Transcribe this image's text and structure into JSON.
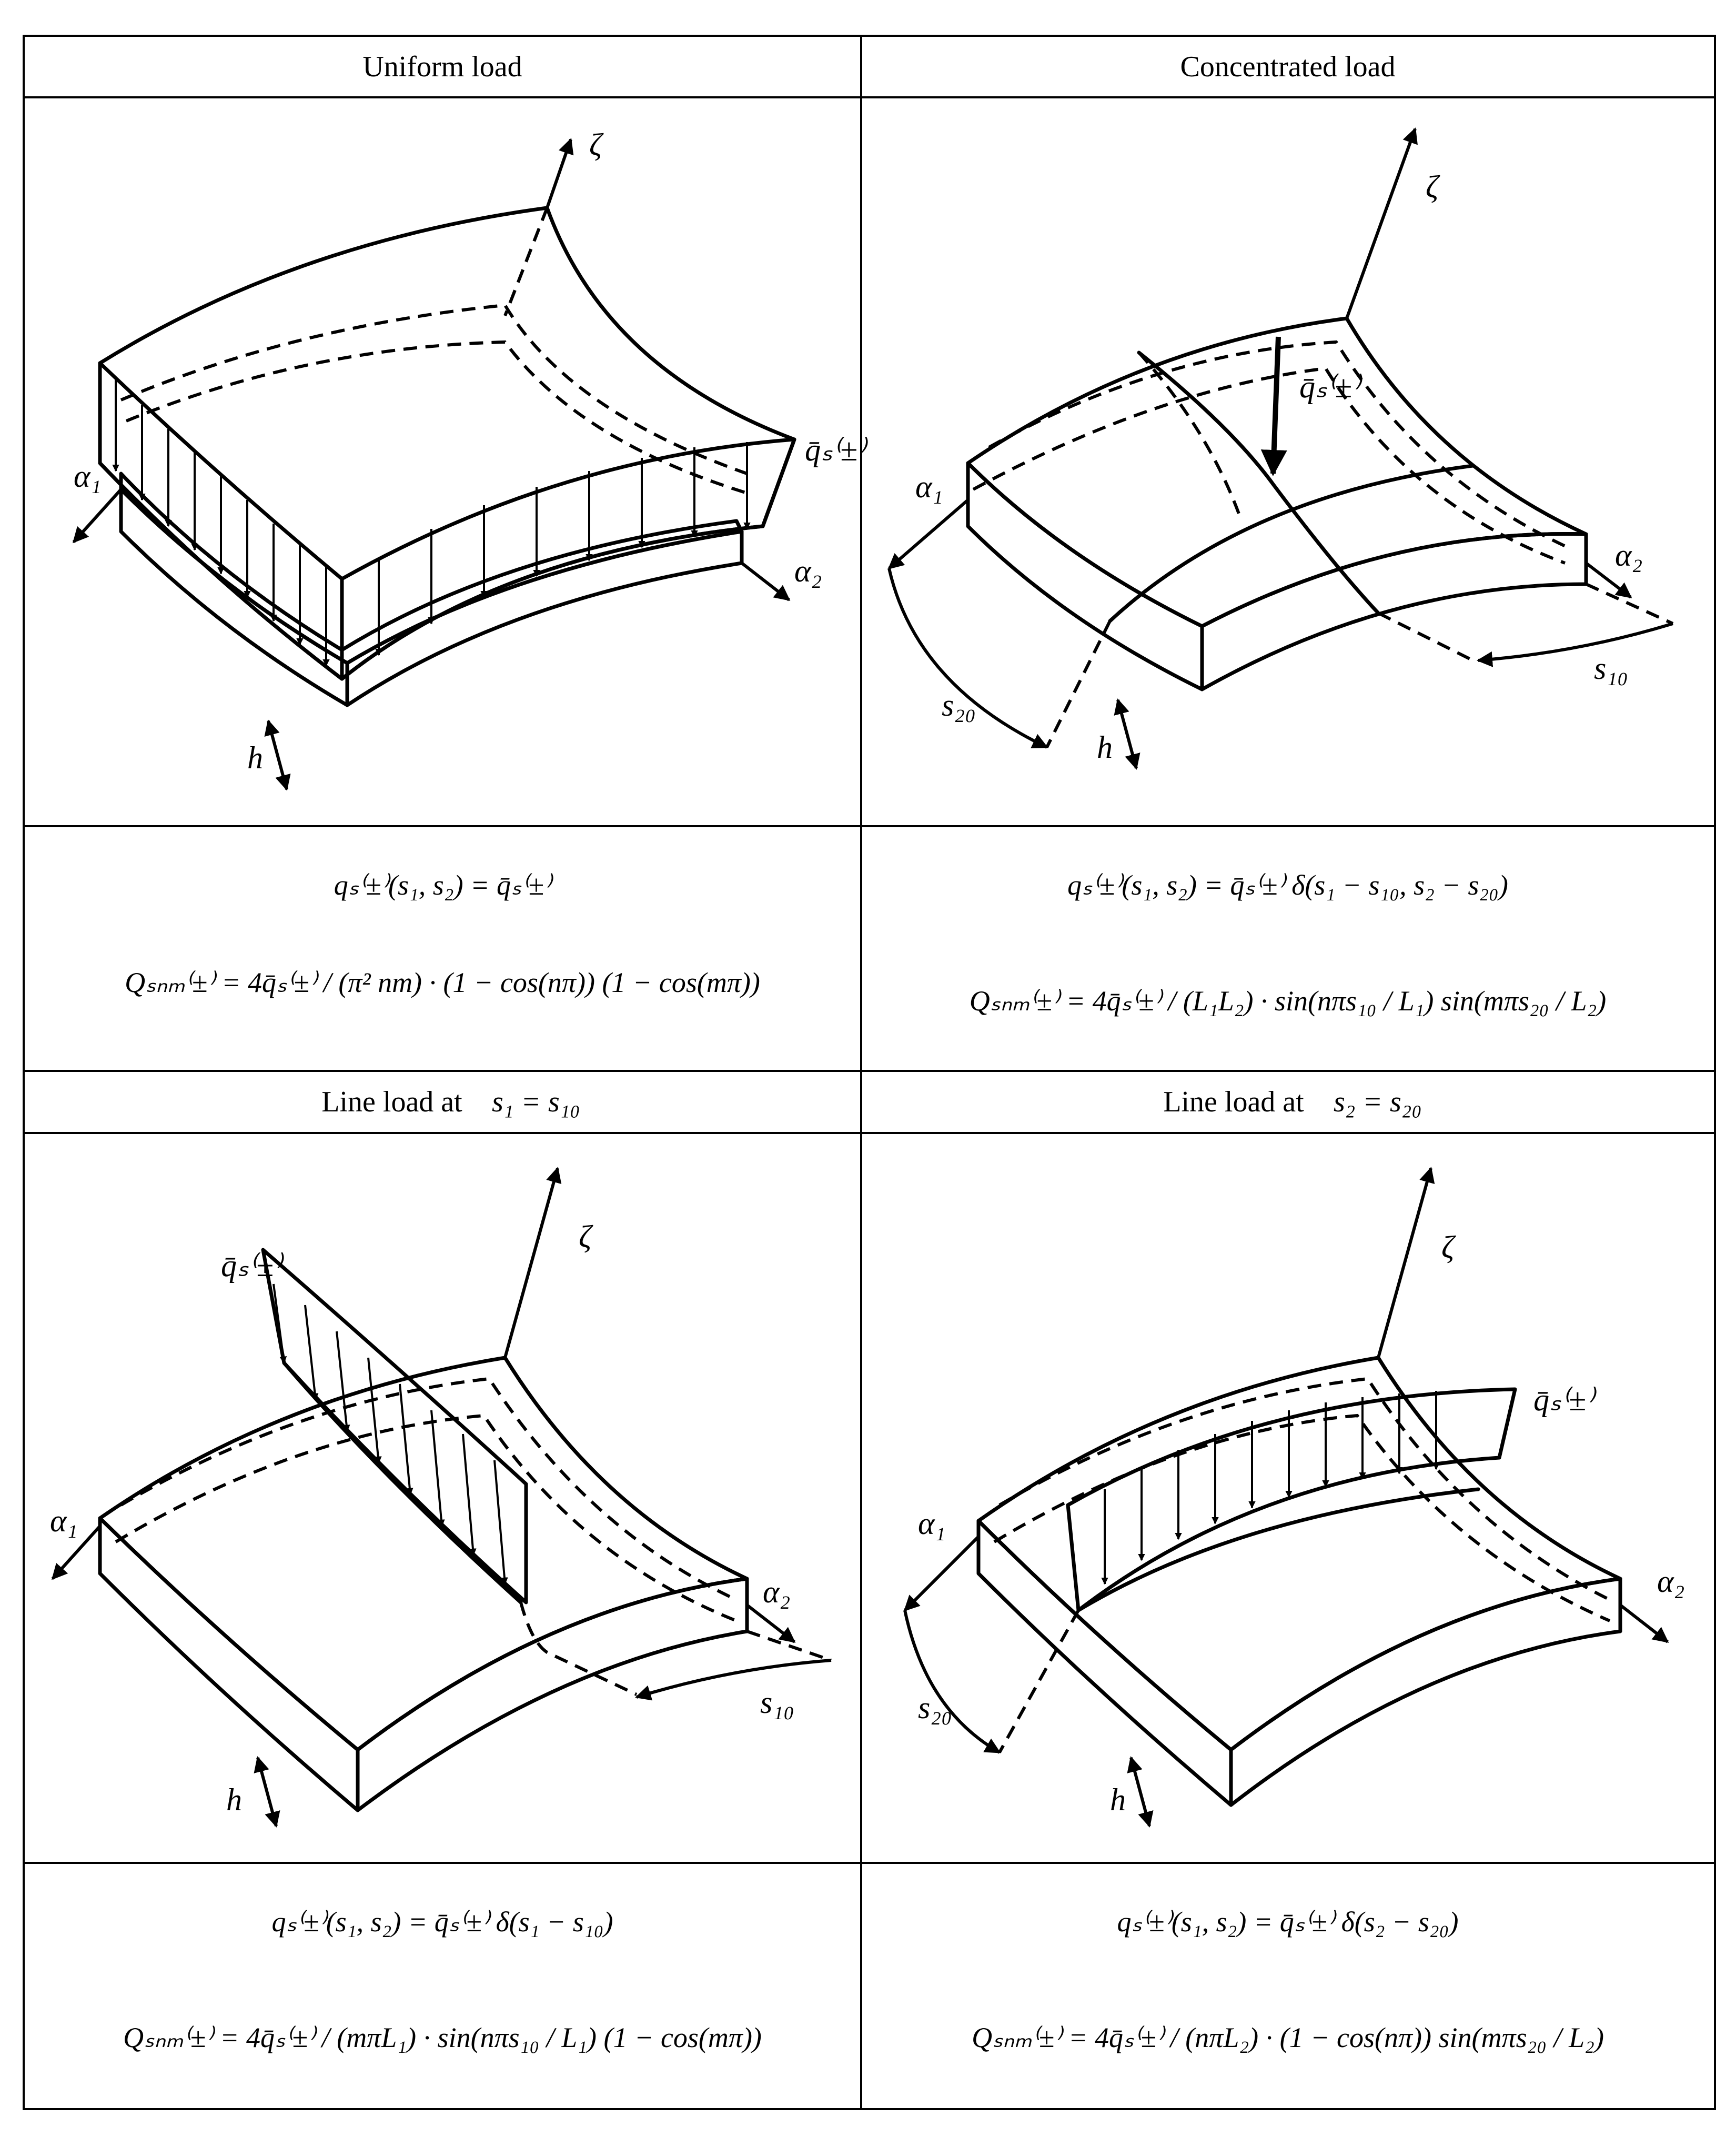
{
  "headers": {
    "uniform": "Uniform load",
    "concentrated": "Concentrated load",
    "line_s1": "Line load at",
    "line_s1_eq": "s₁ = s₁₀",
    "line_s2": "Line load at",
    "line_s2_eq": "s₂ = s₂₀"
  },
  "labels": {
    "zeta": "ζ",
    "alpha1": "α₁",
    "alpha2": "α₂",
    "h": "h",
    "s10": "s₁₀",
    "s20": "s₂₀",
    "q": "q̄ₛ⁽±⁾"
  },
  "equations": {
    "uniform_q": "qₛ⁽±⁾(s₁, s₂) = q̄ₛ⁽±⁾",
    "uniform_Q": "Qₛₙₘ⁽±⁾ = 4q̄ₛ⁽±⁾ / (π² nm) · (1 − cos(nπ)) (1 − cos(mπ))",
    "conc_q": "qₛ⁽±⁾(s₁, s₂) = q̄ₛ⁽±⁾ δ(s₁ − s₁₀, s₂ − s₂₀)",
    "conc_Q": "Qₛₙₘ⁽±⁾ = 4q̄ₛ⁽±⁾ / (L₁L₂) · sin(nπs₁₀ / L₁) sin(mπs₂₀ / L₂)",
    "line1_q": "qₛ⁽±⁾(s₁, s₂) = q̄ₛ⁽±⁾ δ(s₁ − s₁₀)",
    "line1_Q": "Qₛₙₘ⁽±⁾ = 4q̄ₛ⁽±⁾ / (mπL₁) · sin(nπs₁₀ / L₁) (1 − cos(mπ))",
    "line2_q": "qₛ⁽±⁾(s₁, s₂) = q̄ₛ⁽±⁾ δ(s₂ − s₂₀)",
    "line2_Q": "Qₛₙₘ⁽±⁾ = 4q̄ₛ⁽±⁾ / (nπL₂) · (1 − cos(nπ)) sin(mπs₂₀ / L₂)"
  },
  "colors": {
    "shell_top": "#FDDD9A",
    "shell_side": "#FEF1DC",
    "load_dark": "#8E9096",
    "load_light": "#C9CBD1",
    "line": "#000000"
  }
}
